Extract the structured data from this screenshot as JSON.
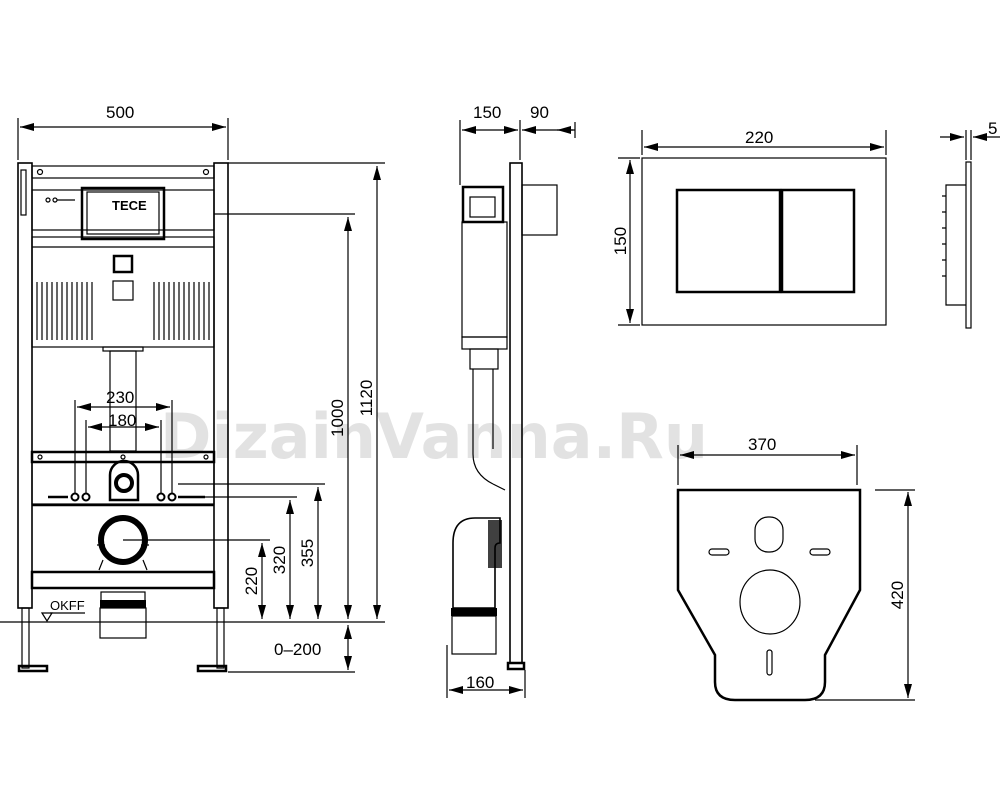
{
  "front_view": {
    "width_label": "500",
    "height_total_label": "1120",
    "height_frame_label": "1000",
    "leg_adjust_label": "0–200",
    "drain_height_label": "220",
    "water_inlet_label": "320",
    "bolt_height_label": "355",
    "bolt_spacing_outer_label": "230",
    "bolt_spacing_inner_label": "180",
    "floor_label": "OKFF",
    "cistern_brand": "TECE"
  },
  "side_view": {
    "depth_label": "150",
    "plate_offset_label": "90",
    "drain_depth_label": "160"
  },
  "flush_plate": {
    "width_label": "220",
    "height_label": "150",
    "thickness_label": "5"
  },
  "gasket": {
    "width_label": "370",
    "height_label": "420"
  },
  "watermark": "DizainVanna.Ru"
}
